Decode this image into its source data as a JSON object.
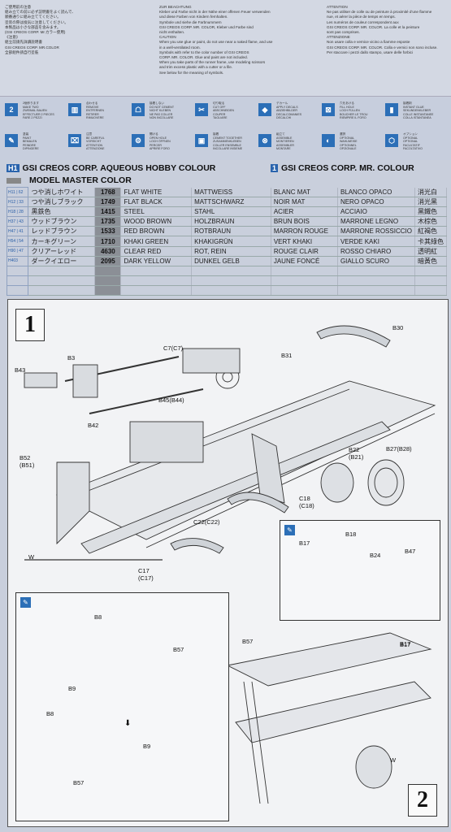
{
  "notes": {
    "col1": [
      "ご使用前の注意",
      "組み立ての前に必ず説明書をよく読んで、",
      "順番通りに組み立ててください。",
      "塗装の際は換気に注意してください。",
      "本製品は小さな部品を含みます。",
      "(GSI CREOS CORP. Mr.カラー使用)",
      "《注意》",
      "組立前請先詳讀說明書",
      "GSI CREOS CORP. MR.COLOR",
      "全部組件請自行塗裝"
    ],
    "col2": [
      "ZUR BEACHTUNG",
      "Kleber und Farbe nicht in der Nähe einer offenen Feuer verwenden",
      "und diese Farben von Kindern fernhalten.",
      "Symbole und siehe die Farbnummern",
      "GSI CREOS CORP. MR. COLOR, Kleber und Farbe sind",
      "nicht enthalten.",
      "CAUTION",
      "When you use glue or paint, do not use near a naked flame, and use",
      "in a well-ventilated room.",
      "Symbols with refer to the color number of GSI CREOS",
      "CORP. MR. COLOR. Glue and paint are not included.",
      "When you take parts of the runner frame, use modeling scissors",
      "and trim excess plastic with a cutter or a file.",
      "See below for the meaning of symbols."
    ],
    "col3": [
      "ATTENTION",
      "Ne pas utiliser de colle ou de peinture à proximité d'une flamme",
      "nue, et aérer la pièce de temps en temps.",
      "Les numéros de couleur correspondent aux",
      "GSI CREOS CORP. MR. COLOR. La colle et la peinture",
      "sont pas comprises.",
      "ATTENZIONE",
      "Non usare colla e vernice vicino a fiamme esposte",
      "GSI CREOS CORP. MR. COLOR. Colla e vernici non sono incluse.",
      "Per staccare i pezzi dallo stampo, usare delle forbici"
    ]
  },
  "icons": [
    {
      "sym": "2",
      "text": [
        "2個作ります",
        "MAKE TWO",
        "ZWEIMAL BAUEN",
        "EFFECTUER 2 PIECES",
        "FARE 2 PEZZI"
      ]
    },
    {
      "sym": "▥",
      "text": [
        "合わせる",
        "REMOVE",
        "ENTFERNEN",
        "RETIRER",
        "RIMUOVERE"
      ]
    },
    {
      "sym": "☖",
      "text": [
        "接着しない",
        "DO NOT CEMENT",
        "NICHT KLEBEN",
        "NE PAS COLLER",
        "NON INCOLLARE"
      ]
    },
    {
      "sym": "✂",
      "text": [
        "切り取る",
        "CUT OFF",
        "ABSCHNEIDEN",
        "COUPER",
        "TAGLIARE"
      ]
    },
    {
      "sym": "◆",
      "text": [
        "デカール",
        "APPLY DECALS",
        "ABZIEHBILDER",
        "DECALCOMANIES",
        "DECALCHI"
      ]
    },
    {
      "sym": "⊠",
      "text": [
        "穴をあける",
        "FILL HOLE",
        "LOCH FÜLLEN",
        "BOUCHER LE TROU",
        "RIEMPIRE IL FORO"
      ]
    },
    {
      "sym": "▮",
      "text": [
        "接着剤",
        "INSTANT GLUE",
        "SEKUNDENKLEBER",
        "COLLE INSTANTANEE",
        "COLLA ISTANTANEA"
      ]
    },
    {
      "sym": "✎",
      "text": [
        "塗装",
        "PAINT",
        "BEMALEN",
        "PEINDRE",
        "DIPINGERE"
      ]
    },
    {
      "sym": "⌧",
      "text": [
        "注意",
        "BE CAREFUL",
        "VORSICHT",
        "ATTENTION",
        "ATTENZIONE"
      ]
    },
    {
      "sym": "⚙",
      "text": [
        "開ける",
        "OPEN HOLE",
        "LOCH ÖFFNEN",
        "PERCER",
        "APRIRE FORO"
      ]
    },
    {
      "sym": "▣",
      "text": [
        "接着",
        "CEMENT TOGETHER",
        "ZUSAMMENKLEBEN",
        "COLLER ENSEMBLE",
        "INCOLLARE INSIEME"
      ]
    },
    {
      "sym": "⊗",
      "text": [
        "組立て",
        "ASSEMBLE",
        "MONTIEREN",
        "ASSEMBLER",
        "MONTARE"
      ]
    },
    {
      "sym": "◐",
      "text": [
        "選択",
        "OPTIONAL",
        "WAHLWEISE",
        "OPTIONNEL",
        "OPZIONALE"
      ]
    },
    {
      "sym": "⬡",
      "text": [
        "オプション",
        "OPTIONAL",
        "OPTIONAL",
        "FACULTATIF",
        "FACOLTATIVO"
      ]
    }
  ],
  "brand": {
    "aqueous_badge": "H",
    "aqueous_badge_num": "1",
    "aqueous": "GSI CREOS CORP. AQUEOUS HOBBY COLOUR",
    "mr_badge": "1",
    "mr": "GSI CREOS CORP. MR. COLOUR",
    "model_master": "MODEL MASTER COLOR"
  },
  "colors": [
    {
      "code": "H11 | 62",
      "jp": "つや消しホワイト",
      "num": "1768",
      "en": "FLAT WHITE",
      "de": "MATTWEISS",
      "fr": "BLANC MAT",
      "it": "BLANCO OPACO",
      "cn": "消光白"
    },
    {
      "code": "H12 | 33",
      "jp": "つや消しブラック",
      "num": "1749",
      "en": "FLAT BLACK",
      "de": "MATTSCHWARZ",
      "fr": "NOIR MAT",
      "it": "NERO OPACO",
      "cn": "消光黑"
    },
    {
      "code": "H18 | 28",
      "jp": "黒鉄色",
      "num": "1415",
      "en": "STEEL",
      "de": "STAHL",
      "fr": "ACIER",
      "it": "ACCIAIO",
      "cn": "黑鐵色"
    },
    {
      "code": "H37 | 43",
      "jp": "ウッドブラウン",
      "num": "1735",
      "en": "WOOD BROWN",
      "de": "HOLZBRAUN",
      "fr": "BRUN BOIS",
      "it": "MARRONE LEGNO",
      "cn": "木棕色"
    },
    {
      "code": "H47 | 41",
      "jp": "レッドブラウン",
      "num": "1533",
      "en": "RED BROWN",
      "de": "ROTBRAUN",
      "fr": "MARRON ROUGE",
      "it": "MARRONE ROSSICCIO",
      "cn": "紅褐色"
    },
    {
      "code": "H54 | 54",
      "jp": "カーキグリーン",
      "num": "1710",
      "en": "KHAKI GREEN",
      "de": "KHAKIGRÜN",
      "fr": "VERT KHAKI",
      "it": "VERDE KAKI",
      "cn": "卡其綠色"
    },
    {
      "code": "H90 | 47",
      "jp": "クリアーレッド",
      "num": "4630",
      "en": "CLEAR RED",
      "de": "ROT, REIN",
      "fr": "ROUGE CLAIR",
      "it": "ROSSO CHIARO",
      "cn": "透明紅"
    },
    {
      "code": "H403",
      "jp": "ダークイエロー",
      "num": "2095",
      "en": "DARK YELLOW",
      "de": "DUNKEL GELB",
      "fr": "JAUNE FONCÉ",
      "it": "GIALLO SCURO",
      "cn": "暗黃色"
    },
    {
      "code": "",
      "jp": "",
      "num": "",
      "en": "",
      "de": "",
      "fr": "",
      "it": "",
      "cn": ""
    },
    {
      "code": "",
      "jp": "",
      "num": "",
      "en": "",
      "de": "",
      "fr": "",
      "it": "",
      "cn": ""
    },
    {
      "code": "",
      "jp": "",
      "num": "",
      "en": "",
      "de": "",
      "fr": "",
      "it": "",
      "cn": ""
    }
  ],
  "steps": {
    "step1": "1",
    "step2": "2"
  },
  "parts": {
    "B30": "B30",
    "B31": "B31",
    "B3": "B3",
    "C7": "C7(C7)",
    "B43": "B43",
    "B42": "B42",
    "B45": "B45(B44)",
    "B52": "B52\n(B51)",
    "B22": "B22\n(B21)",
    "B27": "B27(B28)",
    "C18": "C18\n(C18)",
    "C22": "C22(C22)",
    "W1": "W",
    "C17": "C17\n(C17)",
    "B17a": "B17",
    "B18": "B18",
    "B24": "B24",
    "B47": "B47",
    "B17b": "B17",
    "B8a": "B8",
    "B57a": "B57",
    "B9a": "B9",
    "B8b": "B8",
    "B9b": "B9",
    "B57b": "B57",
    "B57c": "B57",
    "B17c": "B17",
    "W2": "W"
  }
}
